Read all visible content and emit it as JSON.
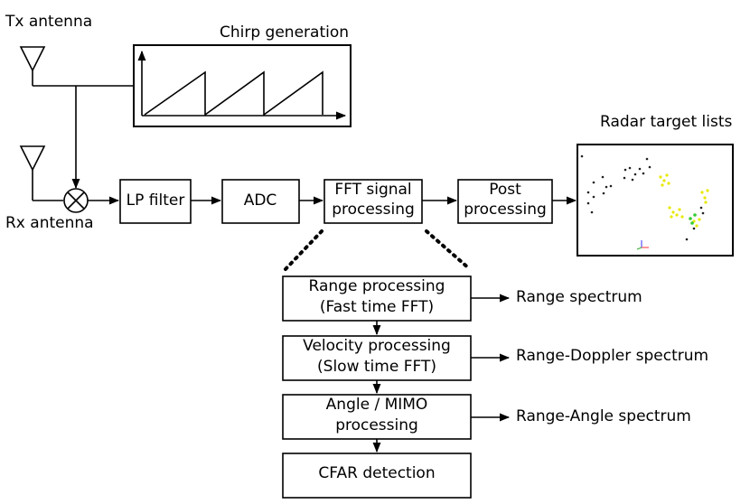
{
  "antennas": {
    "tx_label": "Tx antenna",
    "rx_label": "Rx antenna"
  },
  "chirp": {
    "title": "Chirp generation"
  },
  "chain": {
    "lp_filter": "LP filter",
    "adc": "ADC",
    "fft_line1": "FFT signal",
    "fft_line2": "processing",
    "post_line1": "Post",
    "post_line2": "processing"
  },
  "targets": {
    "title": "Radar target lists"
  },
  "stages": {
    "range_line1": "Range processing",
    "range_line2": "(Fast time FFT)",
    "velocity_line1": "Velocity processing",
    "velocity_line2": "(Slow time FFT)",
    "angle_line1": "Angle / MIMO",
    "angle_line2": "processing",
    "cfar": "CFAR detection"
  },
  "outputs": {
    "range": "Range spectrum",
    "range_doppler": "Range-Doppler spectrum",
    "range_angle": "Range-Angle spectrum"
  },
  "colors": {
    "line": "#000000",
    "target_black": "#222222",
    "target_yellow": "#e8e800",
    "target_green": "#33cc33"
  }
}
